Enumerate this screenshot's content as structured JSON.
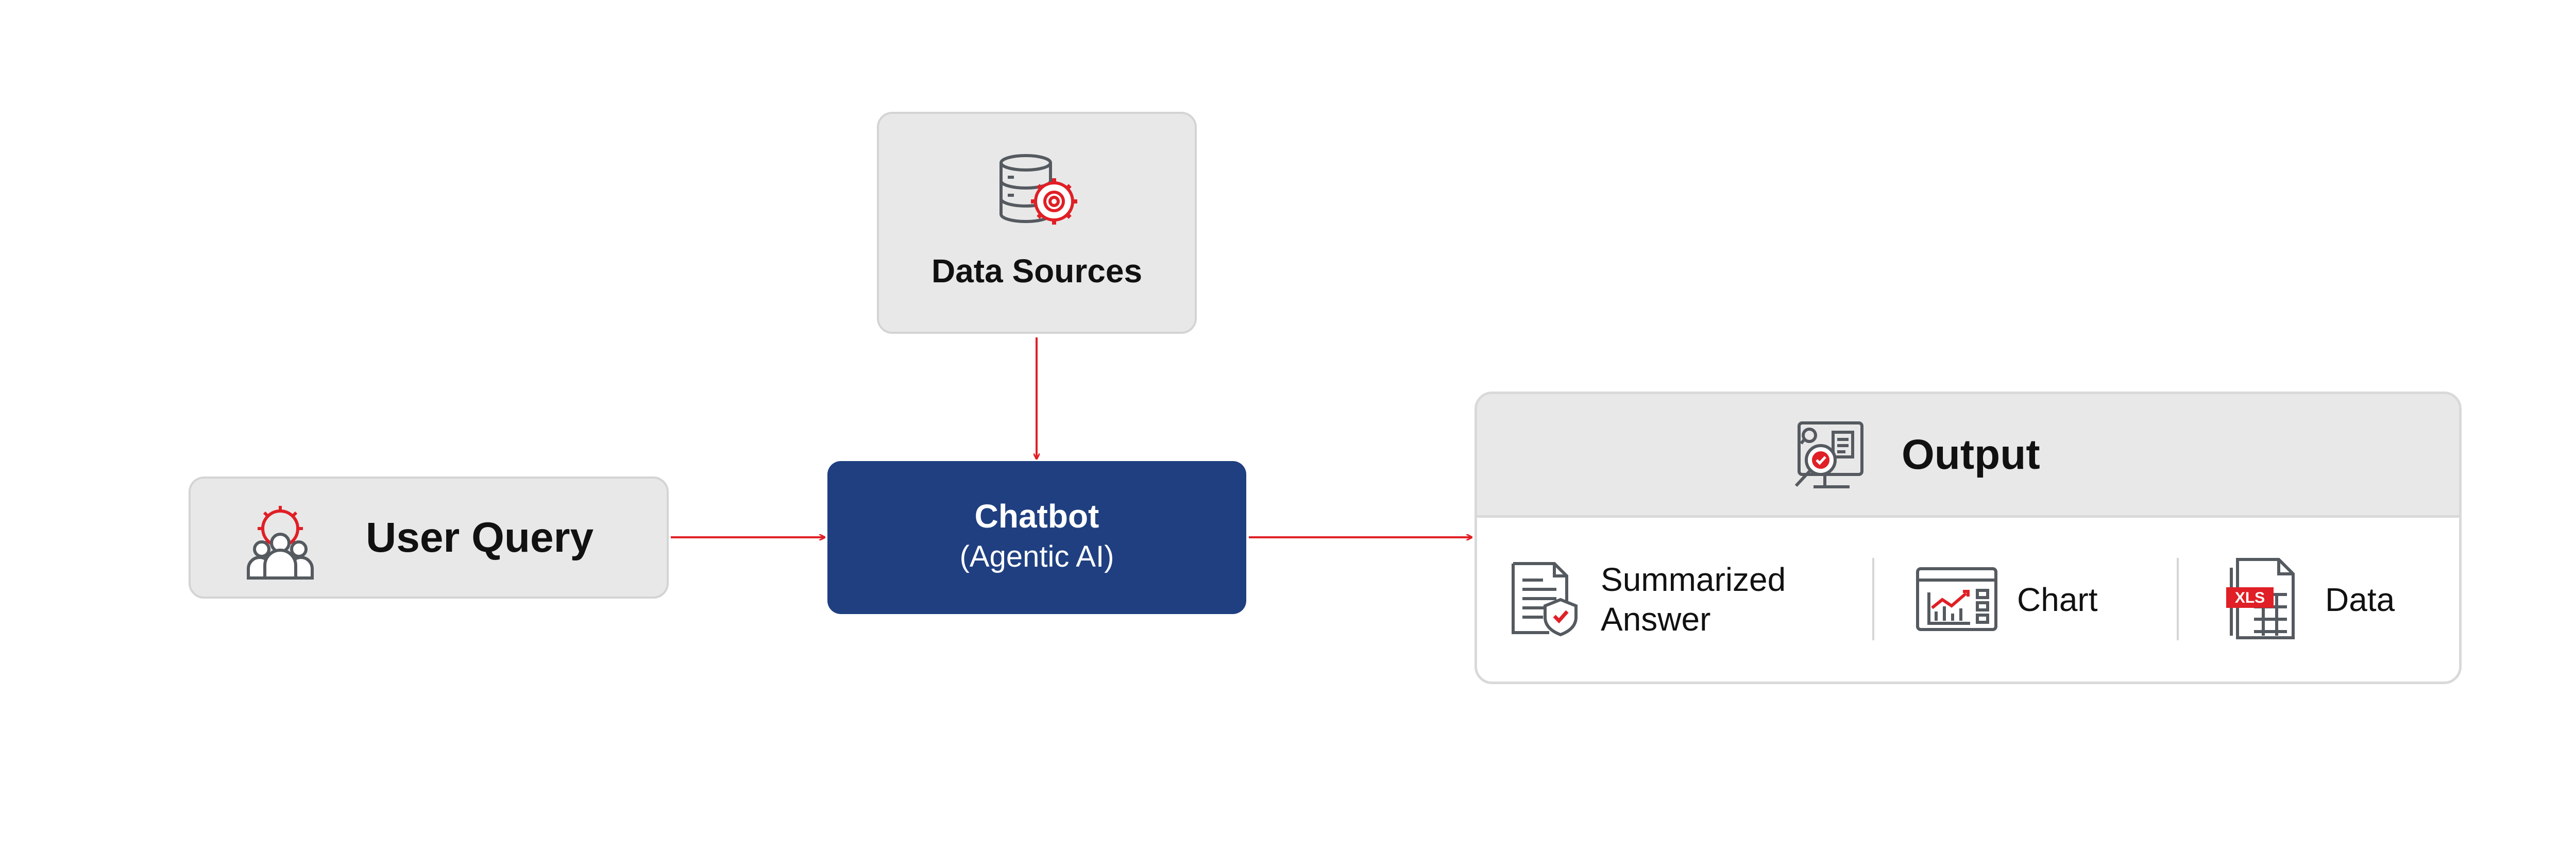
{
  "nodes": {
    "user_query": "User Query",
    "data_sources": "Data Sources",
    "chatbot_title": "Chatbot",
    "chatbot_subtitle": "(Agentic AI)",
    "output_title": "Output"
  },
  "output_items": {
    "summarized_line1": "Summarized",
    "summarized_line2": "Answer",
    "chart": "Chart",
    "data": "Data",
    "xls_badge": "XLS"
  },
  "colors": {
    "accent_red": "#e01f26",
    "chatbot_blue": "#1f3f80",
    "box_grey": "#e8e8e8",
    "icon_grey": "#555a60"
  },
  "icons": [
    "user-gear-icon",
    "database-gear-icon",
    "monitor-search-icon",
    "document-shield-icon",
    "chart-window-icon",
    "xls-file-icon"
  ]
}
